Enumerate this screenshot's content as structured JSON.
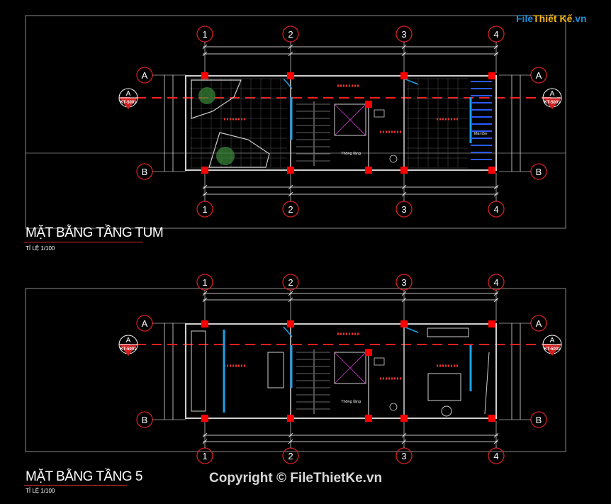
{
  "watermark": {
    "logo_prefix": "File",
    "logo_brand": "Thiết Kế",
    "logo_suffix": ".vn",
    "copyright": "Copyright © FileThietKe.vn"
  },
  "plans": [
    {
      "title": "MẶT BẰNG TẦNG TUM",
      "scale": "TỈ LỆ 1/100",
      "axes_x": [
        "1",
        "2",
        "3",
        "4"
      ],
      "axes_y": [
        "A",
        "B"
      ],
      "section_tag": "A",
      "section_ref": "KT-5001",
      "room_labels": [
        "Mái tôn",
        "Thông tầng"
      ]
    },
    {
      "title": "MẶT BẰNG TẦNG 5",
      "scale": "TỈ LỆ 1/100",
      "axes_x": [
        "1",
        "2",
        "3",
        "4"
      ],
      "axes_y": [
        "A",
        "B"
      ],
      "section_tag": "A",
      "section_ref": "KT-5001",
      "room_labels": [
        "Thông tầng"
      ]
    }
  ],
  "colors": {
    "background": "#000000",
    "frame": "#8a8a8a",
    "dim_line": "#ffffff",
    "axis_bubble": "#d02020",
    "section_line": "#ff2020",
    "column": "#ff0000",
    "wall": "#cfcfcf",
    "glazing": "#1aa3e8",
    "elevation_text": "#ff3030",
    "roof": "#2a5bff",
    "void": "#d040d0",
    "tree": "#3b8a3b"
  }
}
